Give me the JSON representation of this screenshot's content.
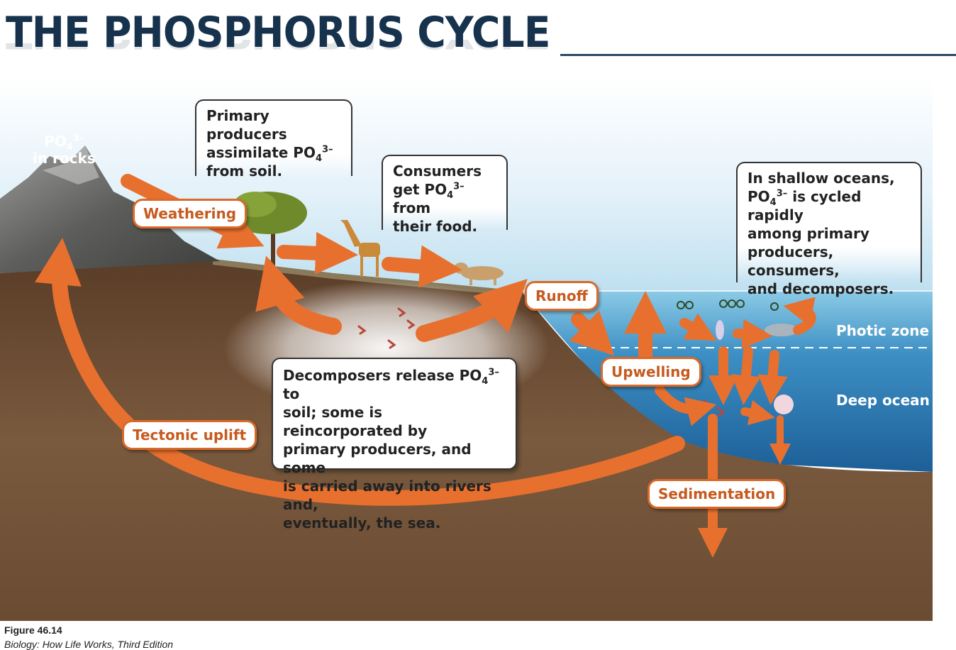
{
  "title": "THE PHOSPHORUS CYCLE",
  "callouts": {
    "producers": {
      "line1": "Primary producers",
      "line2a": "assimilate PO",
      "sub": "4",
      "sup": "3–",
      "line3": "from soil."
    },
    "consumers": {
      "line1": "Consumers",
      "line2a": "get PO",
      "sub": "4",
      "sup": "3–",
      "line2b": " from",
      "line3": "their food."
    },
    "oceans": {
      "line1": "In shallow oceans,",
      "line2a": "PO",
      "sub": "4",
      "sup": "3–",
      "line2b": " is cycled rapidly",
      "line3": "among primary",
      "line4": "producers, consumers,",
      "line5": "and decomposers."
    },
    "decomposers": {
      "line1a": "Decomposers release PO",
      "sub": "4",
      "sup": "3–",
      "line1b": " to",
      "line2": "soil; some is reincorporated by",
      "line3": "primary producers, and some",
      "line4": "is carried away into rivers and,",
      "line5": "eventually, the sea."
    }
  },
  "rocks": {
    "line1a": "PO",
    "sub": "4",
    "sup": "3–",
    "line2": "in rocks"
  },
  "process_labels": {
    "weathering": "Weathering",
    "runoff": "Runoff",
    "upwelling": "Upwelling",
    "tectonic_uplift": "Tectonic uplift",
    "sedimentation": "Sedimentation"
  },
  "zones": {
    "photic": "Photic zone",
    "deep": "Deep ocean"
  },
  "caption": {
    "figure": "Figure 46.14",
    "source": "Biology: How Life Works, Third Edition"
  },
  "colors": {
    "arrow": "#e8702e",
    "title": "#17324d",
    "soil": "#6b4a30",
    "ocean": "#2f7fb8",
    "sky": "#d8ecf6"
  }
}
